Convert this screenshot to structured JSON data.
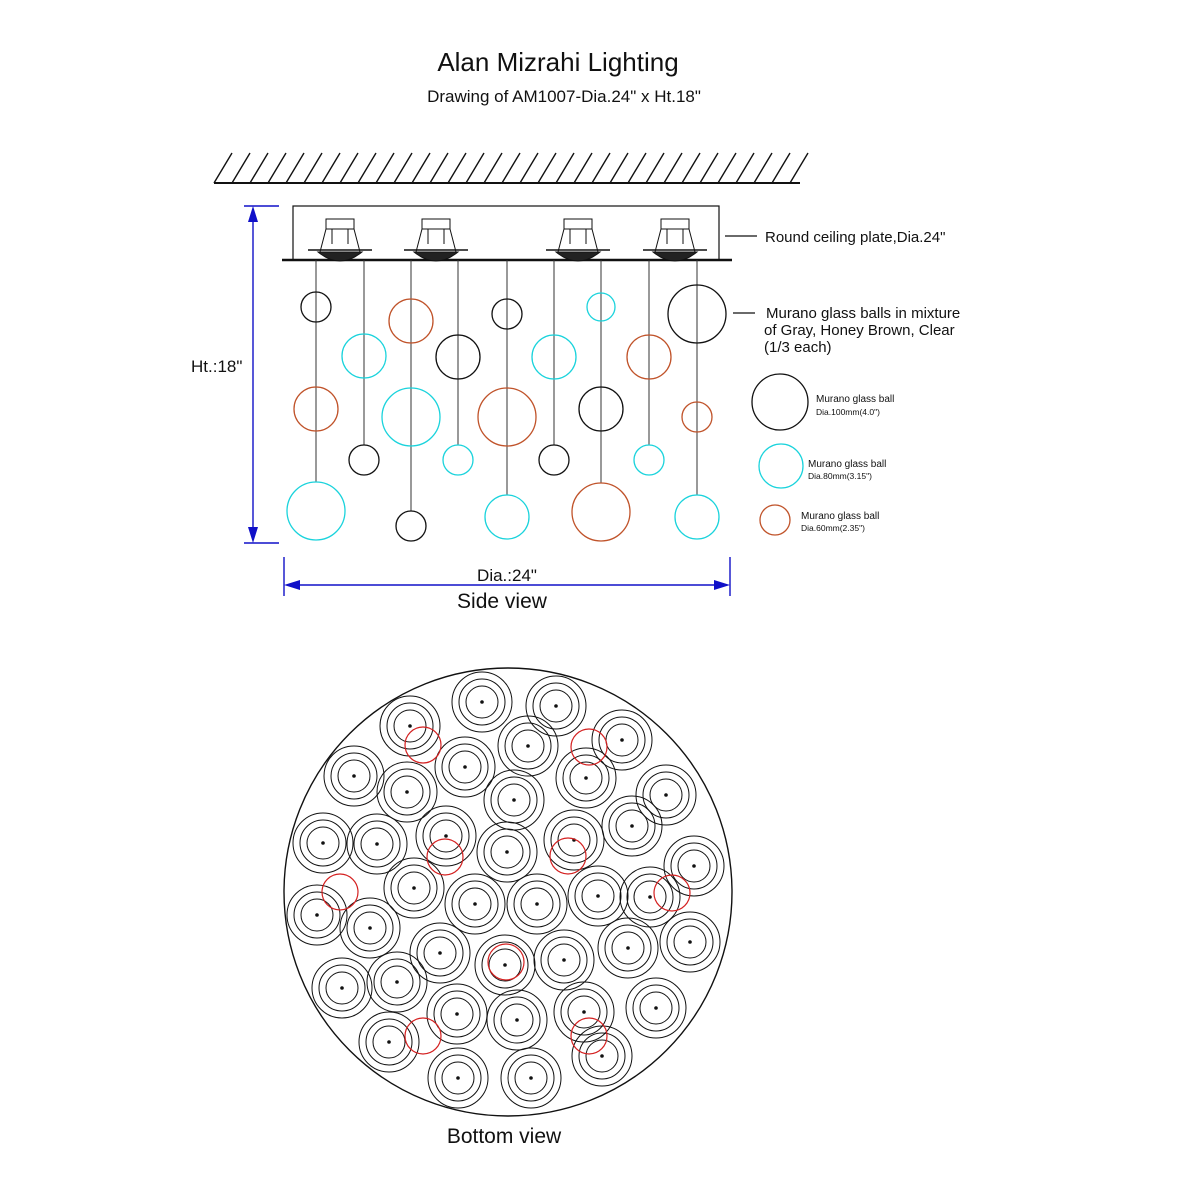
{
  "header": {
    "title": "Alan Mizrahi Lighting",
    "subtitle": "Drawing of AM1007-Dia.24\" x Ht.18\""
  },
  "side_view": {
    "caption": "Side view",
    "height_label": "Ht.:18\"",
    "width_label": "Dia.:24\"",
    "callouts": {
      "ceiling_plate": "Round ceiling plate,Dia.24\"",
      "balls_mixture": [
        "Murano glass balls in mixture",
        "of Gray, Honey Brown, Clear",
        "(1/3 each)"
      ]
    },
    "legend": [
      {
        "name": "Murano glass ball",
        "size": "Dia.100mm(4.0\")",
        "color": "#111111"
      },
      {
        "name": "Murano glass ball",
        "size": "Dia.80mm(3.15\")",
        "color": "#1ad3dc"
      },
      {
        "name": "Murano glass ball",
        "size": "Dia.60mm(2.35\")",
        "color": "#c0532a"
      }
    ],
    "ball_colors": {
      "gray": "#111111",
      "clear": "#1ad3dc",
      "honey_brown": "#c0532a"
    },
    "dimension_color": "#1010c8"
  },
  "bottom_view": {
    "caption": "Bottom view",
    "ring_color": "#111111",
    "highlight_color": "#d42020"
  }
}
